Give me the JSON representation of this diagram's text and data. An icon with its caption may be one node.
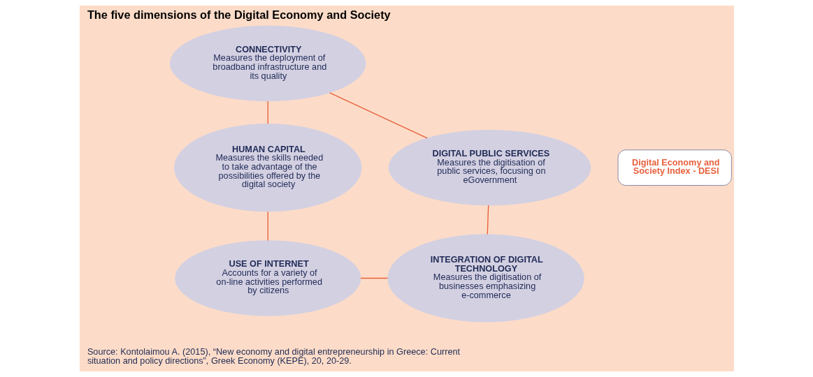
{
  "diagram": {
    "title": "The five dimensions of the Digital Economy and Society",
    "caption": "Source: Kontolaimou A. (2015), “New economy and digital entrepreneurship in Greece: Current situation and policy directions”, Greek Economy (KEPE), 20, 20-29.",
    "nodes": [
      {
        "text": [
          "CONNECTIVITY",
          "Measures the deployment of broadband infrastructure and its quality"
        ]
      },
      {
        "text": [
          "HUMAN CAPITAL",
          "Measures the skills needed to take advantage of the possibilities offered by the digital society"
        ]
      },
      {
        "text": [
          "USE OF INTERNET",
          "Accounts for a variety of on-line activities performed by citizens"
        ]
      },
      {
        "text": [
          "INTEGRATION OF DIGITAL TECHNOLOGY",
          "Measures the digitisation of businesses emphasizing e-commerce"
        ]
      },
      {
        "text": [
          "DIGITAL PUBLIC SERVICES",
          "Measures the digitisation of public services, focusing on eGovernment"
        ]
      },
      {
        "text": [
          "Digital Economy and Society Index - DESI"
        ]
      }
    ],
    "edges": [
      {
        "from": 0,
        "to": 1,
        "arrow": "none",
        "color": "#e8603c"
      },
      {
        "from": 1,
        "to": 2,
        "arrow": "none",
        "color": "#e8603c"
      },
      {
        "from": 2,
        "to": 3,
        "arrow": "none",
        "color": "#e8603c"
      },
      {
        "from": 3,
        "to": 4,
        "arrow": "none",
        "color": "#e8603c"
      },
      {
        "from": 4,
        "to": 0,
        "arrow": "none",
        "color": "#e8603c"
      }
    ]
  }
}
